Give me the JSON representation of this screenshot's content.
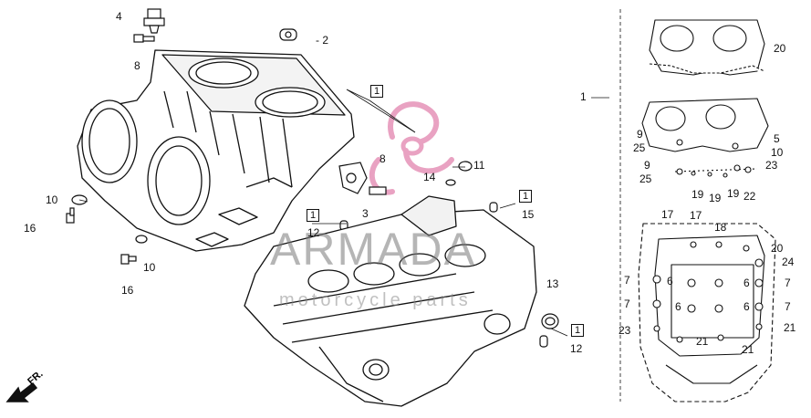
{
  "brand": {
    "name": "ARMADA",
    "tagline": "motorcycle parts",
    "accent_color": "#e8a0c0"
  },
  "direction_marker": {
    "label": "FR.",
    "icon": "arrow-icon"
  },
  "callouts": {
    "c4": "4",
    "c8a": "8",
    "c2": "- 2",
    "c1a": "1",
    "c8b": "8",
    "c3": "3",
    "c11": "11",
    "c14": "14",
    "c1b": "1",
    "c15": "15",
    "c1c": "1",
    "c12a": "12",
    "c10a": "10",
    "c16a": "16",
    "c10b": "10",
    "c16b": "16",
    "c13": "13",
    "c1d": "1",
    "c12b": "12",
    "c20a": "20",
    "c1e": "1",
    "c9a": "9",
    "c25a": "25",
    "c5": "5",
    "c10c": "10",
    "c23a": "23",
    "c9b": "9",
    "c25b": "25",
    "c19a": "19",
    "c19b": "19",
    "c19c": "19",
    "c22": "22",
    "c17a": "17",
    "c17b": "17",
    "c18": "18",
    "c20b": "20",
    "c24": "24",
    "c7a": "7",
    "c6a": "6",
    "c6b": "6",
    "c7b": "7",
    "c7c": "7",
    "c6c": "6",
    "c6d": "6",
    "c7d": "7",
    "c23b": "23",
    "c21a": "21",
    "c21b": "21",
    "c21c": "21"
  }
}
